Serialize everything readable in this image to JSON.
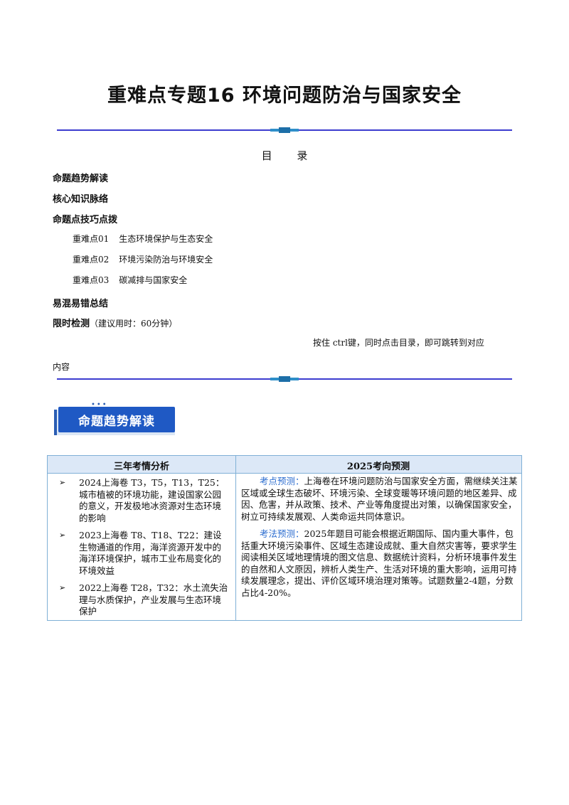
{
  "title": "重难点专题16  环境问题防治与国家安全",
  "toc": {
    "heading": "目 录",
    "items": [
      {
        "label": "命题趋势解读"
      },
      {
        "label": "核心知识脉络"
      },
      {
        "label": "命题点技巧点拨"
      }
    ],
    "subitems": [
      {
        "num": "重难点01",
        "text": "生态环境保护与生态安全"
      },
      {
        "num": "重难点02",
        "text": "环境污染防治与环境安全"
      },
      {
        "num": "重难点03",
        "text": "碳减排与国家安全"
      }
    ],
    "tail_items": [
      {
        "label": "易混易错总结"
      },
      {
        "label": "限时检测",
        "suffix": "（建议用时：60分钟）"
      }
    ],
    "note_line1": "按住 ctrl键，同时点击目录，即可跳转到对应",
    "note_line2": "内容"
  },
  "banner": {
    "label": "命题趋势解读"
  },
  "table": {
    "col1_header": "三年考情分析",
    "col2_header": "2025考向预测",
    "left_items": [
      "2024上海卷 T3，T5，T13，T25：城市植被的环境功能，建设国家公园的意义，开发极地冰资源对生态环境的影响",
      "2023上海卷 T8、T18、T22：建设生物通道的作用，海洋资源开发中的海洋环境保护，城市工业布局变化的环境效益",
      "2022上海卷 T28，T32：水土流失治理与水质保护，产业发展与生态环境保护"
    ],
    "right_paras": [
      {
        "label": "考点预测：",
        "text": "上海卷在环境问题防治与国家安全方面，需继续关注某区域或全球生态破坏、环境污染、全球变暖等环境问题的地区差异、成因、危害，并从政策、技术、产业等角度提出对策，以确保国家安全，树立可持续发展观、人类命运共同体意识。"
      },
      {
        "label": "考法预测：",
        "text": "2025年题目可能会根据近期国际、国内重大事件，包括重大环境污染事件、区域生态建设成就、重大自然灾害等，要求学生阅读相关区域地理情境的图文信息、数据统计资料，分析环境事件发生的自然和人文原因，辨析人类生产、生活对环境的重大影响，运用可持续发展理念，提出、评价区域环境治理对策等。试题数量2-4题，分数占比4-20%。"
      }
    ]
  },
  "colors": {
    "rule": "#3c3ccf",
    "banner": "#1f59c4",
    "table_border": "#7fb0d6",
    "table_header": "#dce8f7",
    "label": "#2f6fd0"
  }
}
